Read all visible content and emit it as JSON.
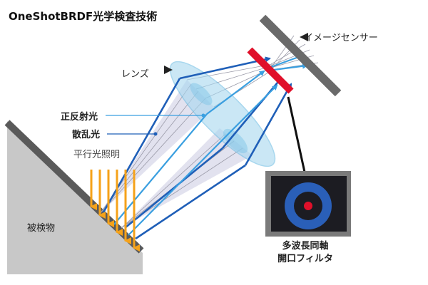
{
  "title": "OneShotBRDF光学検査技術",
  "labels": {
    "lens": "レンズ",
    "image_sensor": "イメージセンサー",
    "specular": "正反射光",
    "scattered": "散乱光",
    "parallel_light": "平行光照明",
    "object": "被検物",
    "filter_line1": "多波長同軸",
    "filter_line2": "開口フィルタ"
  },
  "icons": {
    "lens_pointer": "triangle-right",
    "sensor_pointer": "triangle-left"
  },
  "colors": {
    "ray_blue": "#1f5fb8",
    "ray_light": "#3a9fe0",
    "lens_fill": "#a7d8f0",
    "filter_red": "#e0102a",
    "illumination": "#f5a21a",
    "object_gray": "#c8c8c8",
    "object_edge": "#5a5a5a"
  }
}
